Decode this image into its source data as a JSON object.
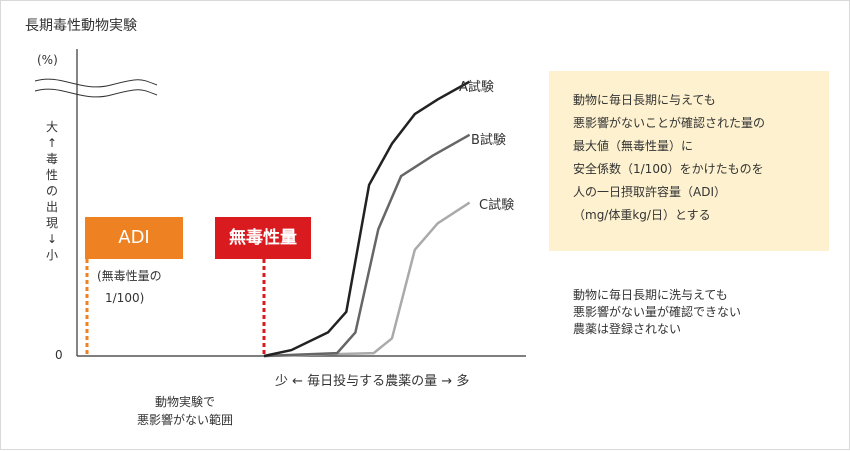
{
  "title": "長期毒性動物実験",
  "y_unit": "(%)",
  "y_zero": "0",
  "y_axis_label": [
    "大",
    "↑",
    "毒",
    "性",
    "の",
    "出",
    "現",
    "↓",
    "小"
  ],
  "x_axis_label": "少 ← 毎日投与する農薬の量 → 多",
  "adi_badge": "ADI",
  "noael_badge": "無毒性量",
  "adi_note": [
    "(無毒性量の",
    "1/100)"
  ],
  "safe_zone_label": [
    "動物実験で",
    "悪影響がない範囲"
  ],
  "info_box_lines": [
    "動物に毎日長期に与えても",
    "悪影響がないことが確認された量の",
    "最大値（無毒性量）に",
    "安全係数（1/100）をかけたものを",
    "人の一日摂取許容量（ADI）",
    "（mg/体重kg/日）とする"
  ],
  "note_lines": [
    "動物に毎日長期に洗与えても",
    "悪影響がない量が確認できない",
    "農薬は登録されない"
  ],
  "colors": {
    "adi": "#ee8121",
    "noael": "#d91a1f",
    "series_a": "#222222",
    "series_b": "#666666",
    "series_c": "#aaaaaa",
    "info_box_bg": "#fdf1cf"
  },
  "chart_data": {
    "type": "line",
    "xlim": [
      0,
      100
    ],
    "ylim": [
      0,
      100
    ],
    "series": [
      {
        "name": "A試験",
        "x": [
          0,
          6,
          14,
          18,
          23,
          28,
          33,
          38,
          45
        ],
        "y": [
          0,
          2,
          8,
          15,
          58,
          72,
          82,
          87,
          93
        ]
      },
      {
        "name": "B試験",
        "x": [
          0,
          16,
          20,
          25,
          30,
          37,
          45
        ],
        "y": [
          0,
          1,
          8,
          43,
          61,
          68,
          75
        ]
      },
      {
        "name": "C試験",
        "x": [
          0,
          24,
          28,
          33,
          38,
          45
        ],
        "y": [
          0,
          1,
          6,
          36,
          45,
          52
        ]
      }
    ]
  }
}
